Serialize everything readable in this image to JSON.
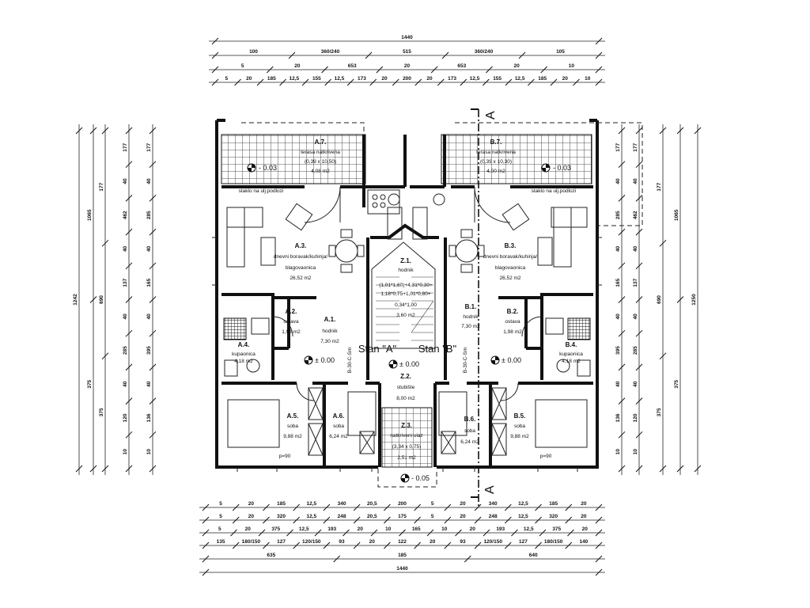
{
  "plan": {
    "dims_top": [
      [
        "1440"
      ],
      [
        "100",
        "360/240",
        "515",
        "360/240",
        "105"
      ],
      [
        "5",
        "20",
        "653",
        "20",
        "653",
        "20",
        "10"
      ],
      [
        "5",
        "20",
        "185",
        "12,5",
        "155",
        "12,5",
        "173",
        "20",
        "200",
        "20",
        "173",
        "12,5",
        "155",
        "12,5",
        "185",
        "20",
        "10"
      ]
    ],
    "dims_bottom": [
      [
        "5",
        "20",
        "185",
        "12,5",
        "340",
        "20,5",
        "200",
        "5",
        "20",
        "340",
        "12,5",
        "185",
        "20"
      ],
      [
        "5",
        "20",
        "320",
        "12,5",
        "248",
        "20,5",
        "175",
        "5",
        "20",
        "248",
        "12,5",
        "320",
        "20"
      ],
      [
        "5",
        "20",
        "375",
        "12,5",
        "193",
        "20",
        "10",
        "165",
        "10",
        "20",
        "193",
        "12,5",
        "375",
        "20"
      ],
      [
        "135",
        "180/150",
        "127",
        "120/150",
        "93",
        "20",
        "122",
        "20",
        "93",
        "120/150",
        "127",
        "180/150",
        "140"
      ],
      [
        "635",
        "185",
        "640"
      ],
      [
        "1440"
      ]
    ],
    "dims_left": [
      [
        "1242"
      ],
      [
        "1065",
        "375"
      ],
      [
        "177",
        "690",
        "375"
      ],
      [
        "177",
        "40",
        "462",
        "40",
        "137",
        "40",
        "285",
        "40",
        "120",
        "10"
      ],
      [
        "177",
        "40",
        "285",
        "40",
        "165",
        "40",
        "395",
        "40",
        "136",
        "10"
      ]
    ],
    "dims_right": [
      [
        "1250"
      ],
      [
        "1065",
        "375"
      ],
      [
        "177",
        "690",
        "375"
      ],
      [
        "177",
        "40",
        "462",
        "40",
        "137",
        "40",
        "285",
        "40",
        "120",
        "10"
      ],
      [
        "177",
        "40",
        "285",
        "40",
        "165",
        "40",
        "395",
        "40",
        "136",
        "10"
      ]
    ],
    "rooms": {
      "a7": {
        "id": "A.7.",
        "name": "terasa natkrivena",
        "dims": "(0,39 x 10,50)",
        "area": "4,08 m2"
      },
      "b7": {
        "id": "B.7.",
        "name": "terasa natkrivena",
        "dims": "(0,39 x 10,30)",
        "area": "4,00 m2"
      },
      "a3": {
        "id": "A.3.",
        "name": "dnevni boravak/kuhinja/",
        "name2": "blagovaonica",
        "area": "26,52 m2"
      },
      "b3": {
        "id": "B.3.",
        "name": "dnevni boravak/kuhinja/",
        "name2": "blagovaonica",
        "area": "26,52 m2"
      },
      "a1": {
        "id": "A.1.",
        "name": "hodnik",
        "area": "7,30 m2"
      },
      "b1": {
        "id": "B.1.",
        "name": "hodnik",
        "area": "7,30 m2"
      },
      "a2": {
        "id": "A.2.",
        "name": "ostava",
        "area": "1,98 m2"
      },
      "b2": {
        "id": "B.2.",
        "name": "ostava",
        "area": "1,98 m2"
      },
      "a4": {
        "id": "A.4.",
        "name": "kupaonica",
        "area": "4,18 m2"
      },
      "b4": {
        "id": "B.4.",
        "name": "kupaonica",
        "area": "4,18 m2"
      },
      "a5": {
        "id": "A.5.",
        "name": "soba",
        "area": "9,88 m2"
      },
      "b5": {
        "id": "B.5.",
        "name": "soba",
        "area": "9,88 m2"
      },
      "a6": {
        "id": "A.6.",
        "name": "soba",
        "area": "6,24 m2"
      },
      "b6": {
        "id": "B.6.",
        "name": "soba",
        "area": "6,24 m2"
      },
      "z1": {
        "id": "Z.1.",
        "name": "hodnik",
        "f1": "(1,01*1,60)+4,31*0,30+",
        "f2": "1,18*0,75+1,01*0,80+",
        "f3": "0,34*1,00",
        "area": "3,60 m2"
      },
      "z2": {
        "id": "Z.2.",
        "name": "stubište",
        "area": "8,00 m2"
      },
      "z3": {
        "id": "Z.3.",
        "name": "natkriveni ulaz",
        "dims": "(3,34 x 0,75)",
        "area": "2,51 m2"
      }
    },
    "unit_a": "Stan \"A\"",
    "unit_b": "Stan \"B\"",
    "level_zero": "± 0.00",
    "level_terrace": "- 0.03",
    "level_entry": "- 0.05",
    "section_mark": "A",
    "wall_code": "B-30-C-Sm",
    "window_note": "staklo na ulj.podlozi",
    "sill_note": "p=90"
  }
}
